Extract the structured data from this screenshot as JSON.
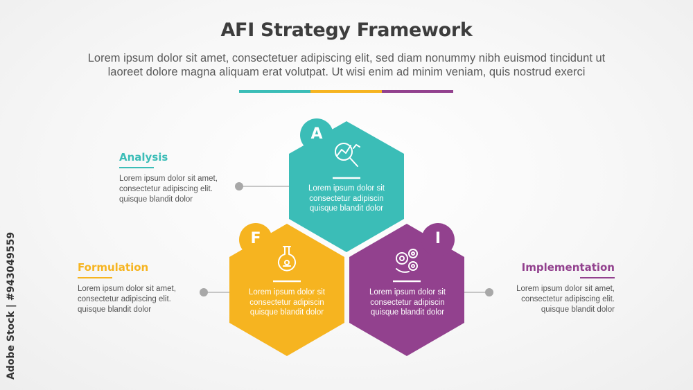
{
  "header": {
    "title": "AFI Strategy Framework",
    "subtitle_line1": "Lorem ipsum dolor sit amet, consectetuer adipiscing elit, sed diam nonummy nibh euismod tincidunt ut",
    "subtitle_line2": "laoreet dolore magna aliquam erat volutpat. Ut wisi enim ad minim veniam, quis nostrud exerci"
  },
  "colors": {
    "teal": "#3bbdb7",
    "yellow": "#f6b420",
    "purple": "#92418e",
    "connector": "#9a9a9a"
  },
  "items": [
    {
      "letter": "A",
      "title": "Analysis",
      "icon": "analytics-magnifier-icon",
      "hex_text": [
        "Lorem ipsum dolor sit",
        "consectetur adipiscin",
        "quisque blandit dolor"
      ],
      "side_text": [
        "Lorem ipsum dolor sit amet,",
        "consectetur adipiscing elit.",
        "quisque blandit dolor"
      ]
    },
    {
      "letter": "F",
      "title": "Formulation",
      "icon": "flask-icon",
      "hex_text": [
        "Lorem ipsum dolor sit",
        "consectetur adipiscin",
        "quisque blandit dolor"
      ],
      "side_text": [
        "Lorem ipsum dolor sit amet,",
        "consectetur adipiscing elit.",
        "quisque blandit dolor"
      ]
    },
    {
      "letter": "I",
      "title": "Implementation",
      "icon": "gears-icon",
      "hex_text": [
        "Lorem ipsum dolor sit",
        "consectetur adipiscin",
        "quisque blandit dolor"
      ],
      "side_text": [
        "Lorem ipsum dolor sit amet,",
        "consectetur adipiscing elit.",
        "quisque blandit dolor"
      ]
    }
  ],
  "watermark": {
    "side_text": "Adobe Stock | #943049559"
  }
}
